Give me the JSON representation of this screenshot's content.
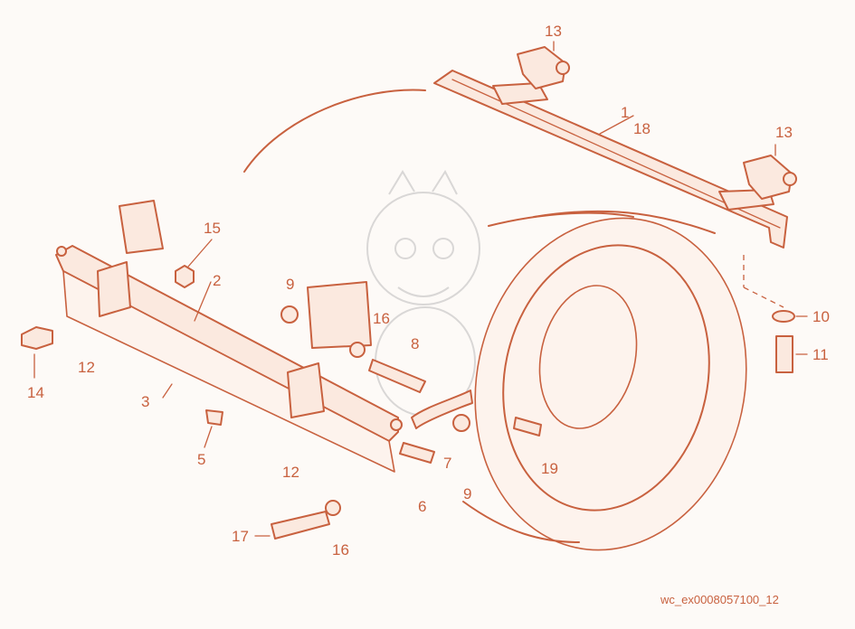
{
  "diagram": {
    "part_numbers": [
      "1",
      "18",
      "2",
      "3",
      "5",
      "6",
      "7",
      "8",
      "9",
      "9",
      "10",
      "11",
      "12",
      "12",
      "13",
      "13",
      "14",
      "15",
      "16",
      "16",
      "17",
      "19"
    ],
    "caption": "wc_ex0008057100_12"
  },
  "colors": {
    "ink": "#c8613f",
    "fill": "#fbe9df",
    "background": "#fdfaf7"
  }
}
